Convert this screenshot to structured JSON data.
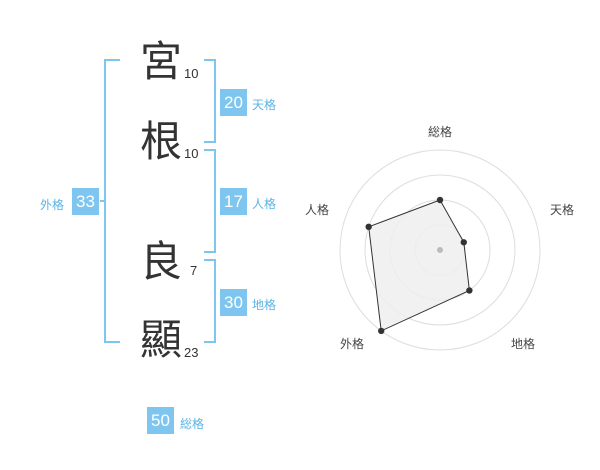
{
  "name": {
    "chars": [
      {
        "char": "宮",
        "strokes": "10"
      },
      {
        "char": "根",
        "strokes": "10"
      },
      {
        "char": "良",
        "strokes": "7"
      },
      {
        "char": "顯",
        "strokes": "23"
      }
    ]
  },
  "kaku": {
    "tenkaku": {
      "value": "20",
      "label": "天格"
    },
    "jinkaku": {
      "value": "17",
      "label": "人格"
    },
    "chikaku": {
      "value": "30",
      "label": "地格"
    },
    "gaikaku": {
      "value": "33",
      "label": "外格"
    },
    "soukaku": {
      "value": "50",
      "label": "総格"
    }
  },
  "colors": {
    "accent": "#7ec6ef",
    "label_accent": "#5ab4e6",
    "text": "#333333"
  },
  "chart_data": {
    "type": "radar",
    "axes": [
      "総格",
      "天格",
      "地格",
      "外格",
      "人格"
    ],
    "values": [
      2,
      1,
      2,
      4,
      3
    ],
    "range": [
      0,
      4
    ],
    "rings": 4
  }
}
